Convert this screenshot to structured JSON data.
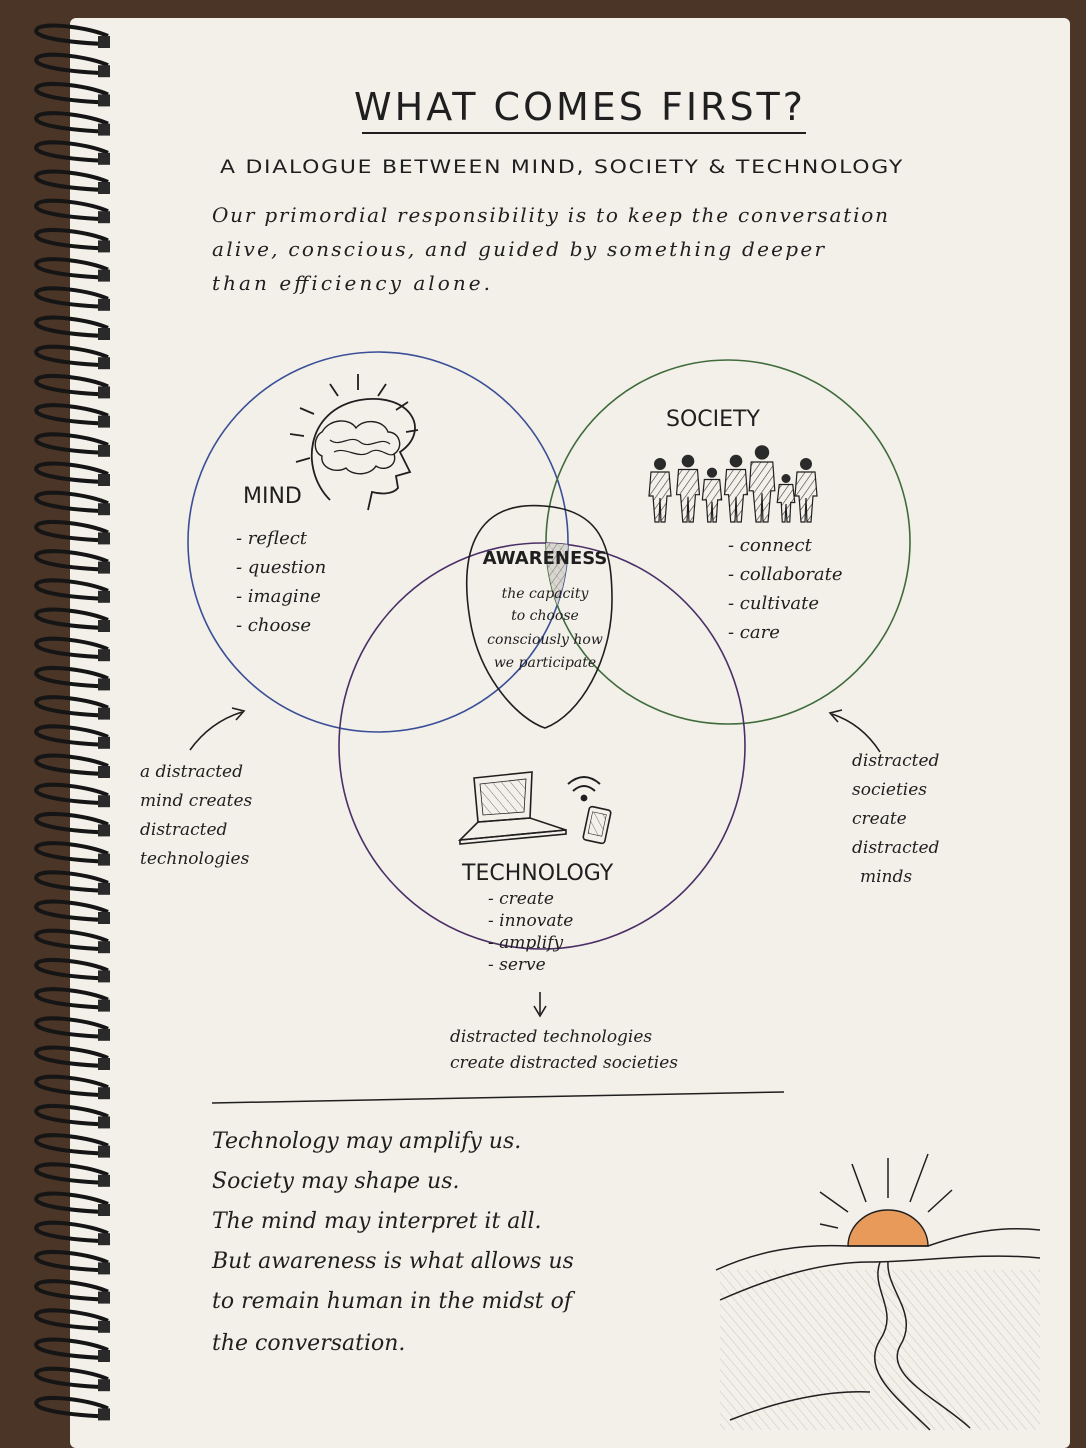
{
  "title": "WHAT COMES FIRST?",
  "subtitle": "A DIALOGUE BETWEEN MIND, SOCIETY & TECHNOLOGY",
  "intro": [
    "Our primordial responsibility is to keep the conversation",
    "alive, conscious, and guided by something deeper",
    "than efficiency alone."
  ],
  "mind": {
    "label": "MIND",
    "items": [
      "- reflect",
      "- question",
      "- imagine",
      "- choose"
    ]
  },
  "society": {
    "label": "SOCIETY",
    "items": [
      "- connect",
      "- collaborate",
      "- cultivate",
      "- care"
    ]
  },
  "technology": {
    "label": "TECHNOLOGY",
    "items": [
      "- create",
      "- innovate",
      "- amplify",
      "- serve"
    ]
  },
  "awareness": {
    "label": "AWARENESS",
    "lines": [
      "the capacity",
      "to choose",
      "consciously how",
      "we participate"
    ]
  },
  "notes": {
    "left": [
      "a distracted",
      "mind creates",
      "distracted",
      "technologies"
    ],
    "right": [
      "distracted",
      "societies",
      "create",
      "distracted",
      "minds"
    ],
    "bottom": [
      "distracted technologies",
      "create distracted societies"
    ]
  },
  "closing": [
    "Technology may amplify us.",
    "Society may shape us.",
    "The mind may interpret it all.",
    "But awareness is what allows us",
    "to remain human in the midst of",
    "the conversation."
  ],
  "colors": {
    "paper": "#f3f0ea",
    "ink": "#1f1f1f",
    "mind_circle": "#3b4f96",
    "society_circle": "#3f6b3a",
    "technology_circle": "#4a2f66",
    "sun": "#e89a5a",
    "background": "#4a3527"
  },
  "icons": [
    "head-brain-icon",
    "people-group-icon",
    "laptop-icon",
    "wifi-icon",
    "phone-icon",
    "sunrise-landscape-icon",
    "arrow-icon",
    "spiral-binding-icon"
  ]
}
